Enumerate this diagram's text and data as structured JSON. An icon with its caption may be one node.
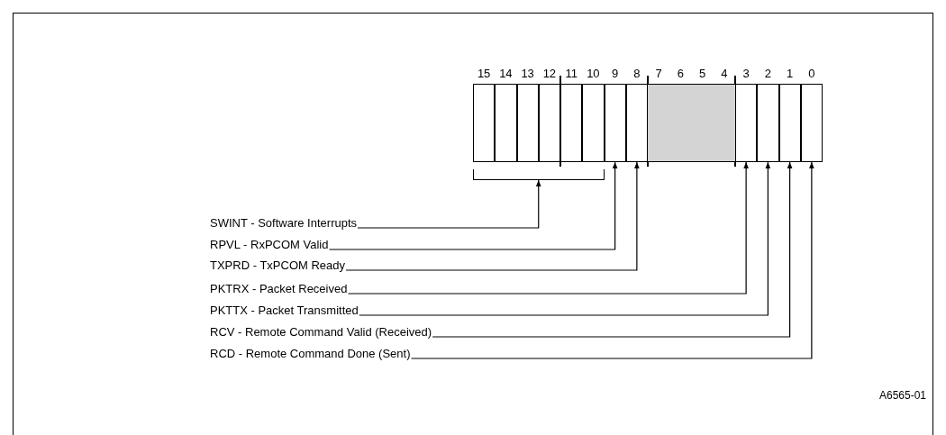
{
  "diagram": {
    "nodes": [
      {
        "text": [
          "15"
        ]
      },
      {
        "text": [
          "14"
        ]
      },
      {
        "text": [
          "13"
        ]
      },
      {
        "text": [
          "12"
        ]
      },
      {
        "text": [
          "11"
        ]
      },
      {
        "text": [
          "10"
        ]
      },
      {
        "text": [
          "9"
        ]
      },
      {
        "text": [
          "8"
        ]
      },
      {
        "text": [
          "7"
        ]
      },
      {
        "text": [
          "6"
        ]
      },
      {
        "text": [
          "5"
        ]
      },
      {
        "text": [
          "4"
        ]
      },
      {
        "text": [
          "3"
        ]
      },
      {
        "text": [
          "2"
        ]
      },
      {
        "text": [
          "1"
        ]
      },
      {
        "text": [
          "0"
        ]
      },
      {
        "text": [],
        "shape": "bracket"
      },
      {
        "text": [
          "SWINT - Software Interrupts"
        ]
      },
      {
        "text": [
          "RPVL - RxPCOM Valid"
        ]
      },
      {
        "text": [
          "TXPRD - TxPCOM Ready"
        ]
      },
      {
        "text": [
          "PKTRX - Packet Received"
        ]
      },
      {
        "text": [
          "PKTTX - Packet Transmitted"
        ]
      },
      {
        "text": [
          "RCV - Remote Command Valid (Received)"
        ]
      },
      {
        "text": [
          "RCD - Remote Command Done (Sent)"
        ]
      }
    ],
    "edges": [
      {
        "from": 17,
        "to": 16,
        "arrow": "to"
      },
      {
        "from": 18,
        "to": 6,
        "arrow": "to"
      },
      {
        "from": 19,
        "to": 7,
        "arrow": "to"
      },
      {
        "from": 20,
        "to": 12,
        "arrow": "to"
      },
      {
        "from": 21,
        "to": 13,
        "arrow": "to"
      },
      {
        "from": 22,
        "to": 14,
        "arrow": "to"
      },
      {
        "from": 23,
        "to": 15,
        "arrow": "to"
      }
    ],
    "labels": [
      "A6565-01"
    ]
  }
}
